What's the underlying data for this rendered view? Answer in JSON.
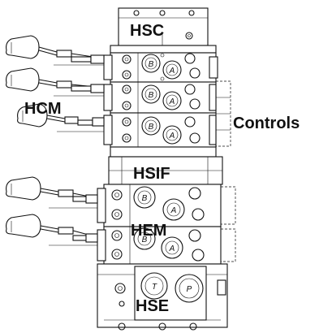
{
  "labels": {
    "hsc": "HSC",
    "hcm": "HCM",
    "controls": "Controls",
    "hsif": "HSIF",
    "hem": "HEM",
    "hse": "HSE"
  },
  "ports": {
    "b": "B",
    "a": "A",
    "t": "T",
    "p": "P"
  }
}
